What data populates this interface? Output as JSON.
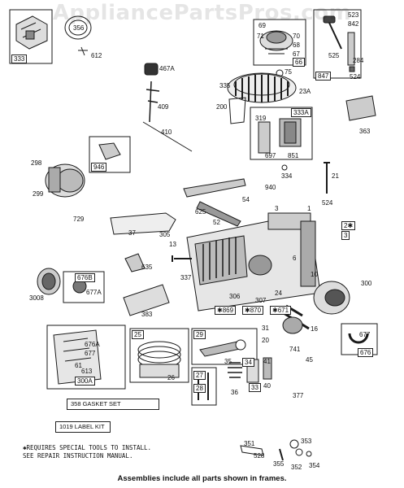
{
  "watermark": "AppliancePartsPros.com",
  "caption": "Assemblies include all parts shown in frames.",
  "notes": {
    "line1": "✱REQUIRES SPECIAL TOOLS TO INSTALL.",
    "line2": "SEE REPAIR INSTRUCTION MANUAL."
  },
  "kits": {
    "gasket_set": "358  GASKET SET",
    "label_kit": "1019 LABEL KIT"
  },
  "parts": [
    {
      "id": "p356",
      "text": "356"
    },
    {
      "id": "p333",
      "text": "333"
    },
    {
      "id": "p523",
      "text": "523"
    },
    {
      "id": "p842",
      "text": "842"
    },
    {
      "id": "p69",
      "text": "69"
    },
    {
      "id": "p71",
      "text": "71"
    },
    {
      "id": "p70",
      "text": "70"
    },
    {
      "id": "p68",
      "text": "68"
    },
    {
      "id": "p67",
      "text": "67"
    },
    {
      "id": "p66",
      "text": "66"
    },
    {
      "id": "p75",
      "text": "75"
    },
    {
      "id": "p525",
      "text": "525"
    },
    {
      "id": "p284",
      "text": "284"
    },
    {
      "id": "p847",
      "text": "847"
    },
    {
      "id": "p524a",
      "text": "524"
    },
    {
      "id": "p612",
      "text": "612"
    },
    {
      "id": "p467A",
      "text": "467A"
    },
    {
      "id": "p335",
      "text": "335"
    },
    {
      "id": "p23A",
      "text": "23A"
    },
    {
      "id": "p409",
      "text": "409"
    },
    {
      "id": "p200",
      "text": "200"
    },
    {
      "id": "p333A",
      "text": "333A"
    },
    {
      "id": "p319",
      "text": "319"
    },
    {
      "id": "p363",
      "text": "363"
    },
    {
      "id": "p410",
      "text": "410"
    },
    {
      "id": "p697",
      "text": "697"
    },
    {
      "id": "p851",
      "text": "851"
    },
    {
      "id": "p298",
      "text": "298"
    },
    {
      "id": "p299",
      "text": "299"
    },
    {
      "id": "p946",
      "text": "946"
    },
    {
      "id": "p334",
      "text": "334"
    },
    {
      "id": "p21",
      "text": "21"
    },
    {
      "id": "p940",
      "text": "940"
    },
    {
      "id": "p524b",
      "text": "524"
    },
    {
      "id": "p54",
      "text": "54"
    },
    {
      "id": "p625",
      "text": "625"
    },
    {
      "id": "p3",
      "text": "3"
    },
    {
      "id": "p1",
      "text": "1"
    },
    {
      "id": "p729",
      "text": "729"
    },
    {
      "id": "p52",
      "text": "52"
    },
    {
      "id": "p2",
      "text": "2✱"
    },
    {
      "id": "p3b",
      "text": "3"
    },
    {
      "id": "p37",
      "text": "37"
    },
    {
      "id": "p305",
      "text": "305"
    },
    {
      "id": "p13",
      "text": "13"
    },
    {
      "id": "p635",
      "text": "635"
    },
    {
      "id": "p6",
      "text": "6"
    },
    {
      "id": "p676B",
      "text": "676B"
    },
    {
      "id": "p677A",
      "text": "677A"
    },
    {
      "id": "p337",
      "text": "337"
    },
    {
      "id": "p10",
      "text": "10"
    },
    {
      "id": "p300",
      "text": "300"
    },
    {
      "id": "p3008",
      "text": "3008"
    },
    {
      "id": "p306",
      "text": "306"
    },
    {
      "id": "p24",
      "text": "24"
    },
    {
      "id": "p307",
      "text": "307"
    },
    {
      "id": "p869",
      "text": "✱869"
    },
    {
      "id": "p870",
      "text": "✱870"
    },
    {
      "id": "p671",
      "text": "✱671"
    },
    {
      "id": "p383",
      "text": "383"
    },
    {
      "id": "p16",
      "text": "16"
    },
    {
      "id": "p676A",
      "text": "676A"
    },
    {
      "id": "p677b",
      "text": "677"
    },
    {
      "id": "p25",
      "text": "25"
    },
    {
      "id": "p29",
      "text": "29"
    },
    {
      "id": "p31",
      "text": "31"
    },
    {
      "id": "p20",
      "text": "20"
    },
    {
      "id": "p677c",
      "text": "677"
    },
    {
      "id": "p741",
      "text": "741"
    },
    {
      "id": "p45",
      "text": "45"
    },
    {
      "id": "p676c",
      "text": "676"
    },
    {
      "id": "p61",
      "text": "61"
    },
    {
      "id": "p613",
      "text": "613"
    },
    {
      "id": "p300A",
      "text": "300A"
    },
    {
      "id": "p26",
      "text": "26"
    },
    {
      "id": "p35",
      "text": "35"
    },
    {
      "id": "p34",
      "text": "34"
    },
    {
      "id": "p41",
      "text": "41"
    },
    {
      "id": "p27",
      "text": "27"
    },
    {
      "id": "p28",
      "text": "28"
    },
    {
      "id": "p36",
      "text": "36"
    },
    {
      "id": "p40",
      "text": "40"
    },
    {
      "id": "p33",
      "text": "33"
    },
    {
      "id": "p377",
      "text": "377"
    },
    {
      "id": "p351",
      "text": "351"
    },
    {
      "id": "p353",
      "text": "353"
    },
    {
      "id": "p528",
      "text": "528"
    },
    {
      "id": "p355",
      "text": "355"
    },
    {
      "id": "p352",
      "text": "352"
    },
    {
      "id": "p354",
      "text": "354"
    }
  ]
}
